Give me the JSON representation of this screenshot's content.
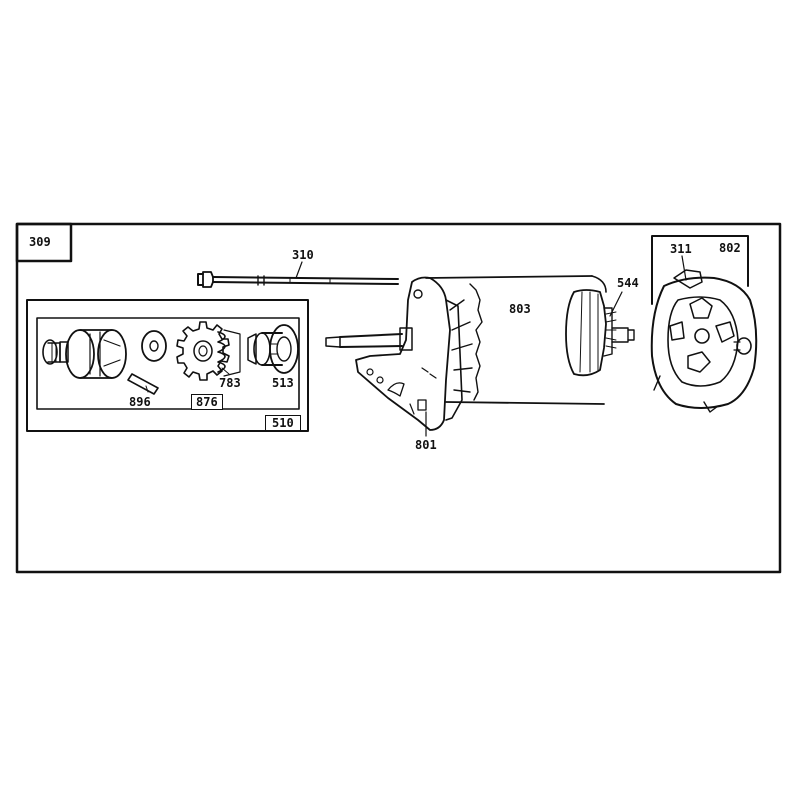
{
  "diagram": {
    "assembly_label": "309",
    "sub_assembly_label": "510",
    "part_labels": {
      "p310": "310",
      "p803": "803",
      "p544": "544",
      "p311": "311",
      "p802": "802",
      "p896": "896",
      "p876": "876",
      "p783": "783",
      "p513": "513",
      "p801": "801"
    },
    "colors": {
      "ink": "#111111",
      "paper": "#ffffff"
    }
  }
}
